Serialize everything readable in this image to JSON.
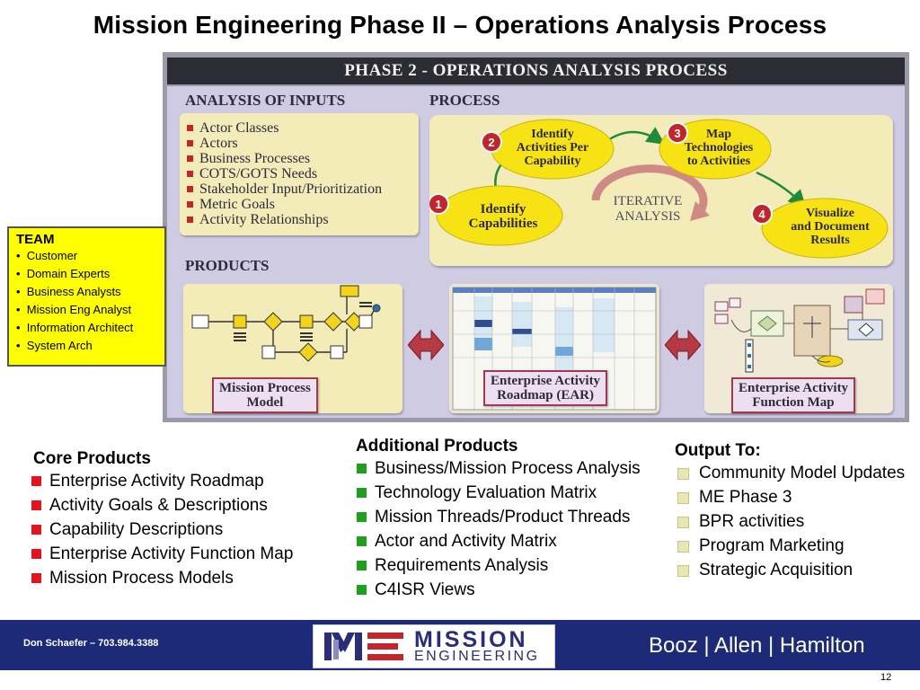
{
  "slide": {
    "title": "Mission Engineering Phase II – Operations Analysis Process",
    "page_number": "12"
  },
  "figure": {
    "header": "PHASE 2 - OPERATIONS ANALYSIS PROCESS",
    "inputs": {
      "heading": "ANALYSIS OF INPUTS",
      "items": [
        "Actor Classes",
        "Actors",
        "Business Processes",
        "COTS/GOTS Needs",
        "Stakeholder Input/Prioritization",
        "Metric Goals",
        "Activity Relationships"
      ]
    },
    "process": {
      "heading": "PROCESS",
      "center": [
        "ITERATIVE",
        "ANALYSIS"
      ],
      "steps": [
        {
          "number": "1",
          "lines": [
            "Identify",
            "Capabilities"
          ]
        },
        {
          "number": "2",
          "lines": [
            "Identify",
            "Activities Per",
            "Capability"
          ]
        },
        {
          "number": "3",
          "lines": [
            "Map",
            "Technologies",
            "to Activities"
          ]
        },
        {
          "number": "4",
          "lines": [
            "Visualize",
            "and Document",
            "Results"
          ]
        }
      ]
    },
    "products": {
      "heading": "PRODUCTS",
      "panels": [
        {
          "label": [
            "Mission Process",
            "Model"
          ]
        },
        {
          "label": [
            "Enterprise Activity",
            "Roadmap (EAR)"
          ]
        },
        {
          "label": [
            "Enterprise Activity",
            "Function Map"
          ]
        }
      ]
    }
  },
  "team": {
    "title": "TEAM",
    "items": [
      "Customer",
      "Domain Experts",
      "Business Analysts",
      "Mission Eng Analyst",
      "Information Architect",
      "System Arch"
    ]
  },
  "core_products": {
    "heading": "Core Products",
    "items": [
      "Enterprise Activity Roadmap",
      "Activity Goals & Descriptions",
      "Capability Descriptions",
      "Enterprise Activity Function Map",
      "Mission Process Models"
    ]
  },
  "additional_products": {
    "heading": "Additional Products",
    "items": [
      "Business/Mission Process Analysis",
      "Technology Evaluation Matrix",
      "Mission Threads/Product Threads",
      "Actor and Activity Matrix",
      "Requirements Analysis",
      "C4ISR Views"
    ]
  },
  "output_to": {
    "heading": "Output To:",
    "items": [
      "Community Model Updates",
      "ME Phase 3",
      "BPR activities",
      "Program Marketing",
      "Strategic Acquisition"
    ]
  },
  "footer": {
    "contact": "Don Schaefer – 703.984.3388",
    "logo_top": "MISSION",
    "logo_bottom": "ENGINEERING",
    "company": "Booz | Allen | Hamilton"
  },
  "colors": {
    "core_bullet": "#e3141b",
    "additional_bullet": "#1ea01e",
    "output_bullet": "#e9e6b0",
    "footer_bg": "#1c2a78",
    "team_bg": "#ffff00"
  }
}
